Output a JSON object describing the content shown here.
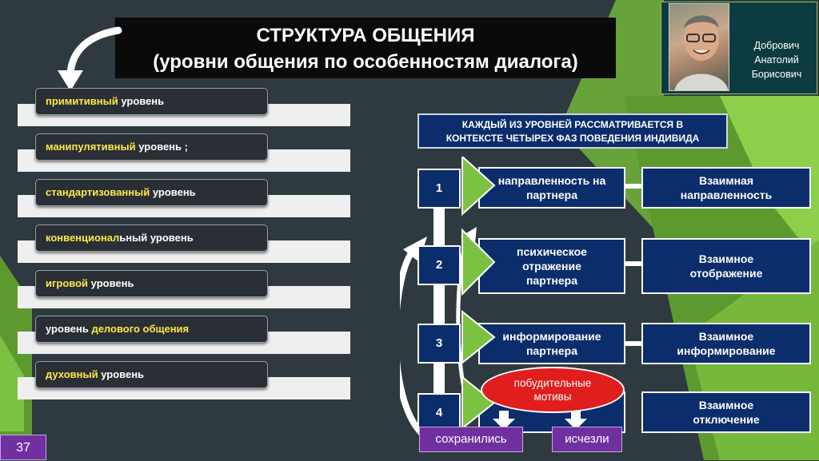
{
  "title": {
    "line1": "СТРУКТУРА ОБЩЕНИЯ",
    "line2": "(уровни общения по особенностям диалога)"
  },
  "author": {
    "line1": "Добрович",
    "line2": "Анатолий",
    "line3": "Борисович"
  },
  "levels": [
    {
      "hl": "примитивный",
      "rest": " уровень"
    },
    {
      "hl": "манипулятивный",
      "rest": " уровень ;"
    },
    {
      "hl": "стандартизованный",
      "rest": " уровень"
    },
    {
      "hl": "конвенционал",
      "rest": "ьный уровень"
    },
    {
      "hl": "игровой",
      "rest": " уровень"
    },
    {
      "pre": "уровень ",
      "hl": "делового общения"
    },
    {
      "hl": "духовный",
      "rest": " уровень"
    }
  ],
  "phases_header": {
    "line1": "КАЖДЫЙ ИЗ УРОВНЕЙ РАССМАТРИВАЕТСЯ В",
    "line2": "КОНТЕКСТЕ ЧЕТЫРЕХ ФАЗ ПОВЕДЕНИЯ ИНДИВИДА"
  },
  "phases": [
    {
      "num": "1",
      "l1": "направленность на",
      "l2": "партнера",
      "l3": "",
      "m1": "Взаимная",
      "m2": "направленность"
    },
    {
      "num": "2",
      "l1": "психическое",
      "l2": "отражение",
      "l3": "партнера",
      "m1": "Взаимное",
      "m2": "отображение"
    },
    {
      "num": "3",
      "l1": "информирование",
      "l2": "партнера",
      "l3": "",
      "m1": "Взаимное",
      "m2": "информирование"
    },
    {
      "num": "4",
      "l1": "",
      "l2": "",
      "l3": "",
      "m1": "Взаимное",
      "m2": "отключение"
    }
  ],
  "motives": {
    "line1": "побудительные",
    "line2": "мотивы"
  },
  "tags": {
    "kept": "сохранились",
    "gone": "исчезли"
  },
  "slide_number": "37",
  "colors": {
    "background": "#2e3a3f",
    "accent_green": "#7cc242",
    "box_blue": "#0b2d6b",
    "highlight": "#ffe84a",
    "tag_purple": "#7030a0",
    "motive_red": "#e01e1e"
  }
}
